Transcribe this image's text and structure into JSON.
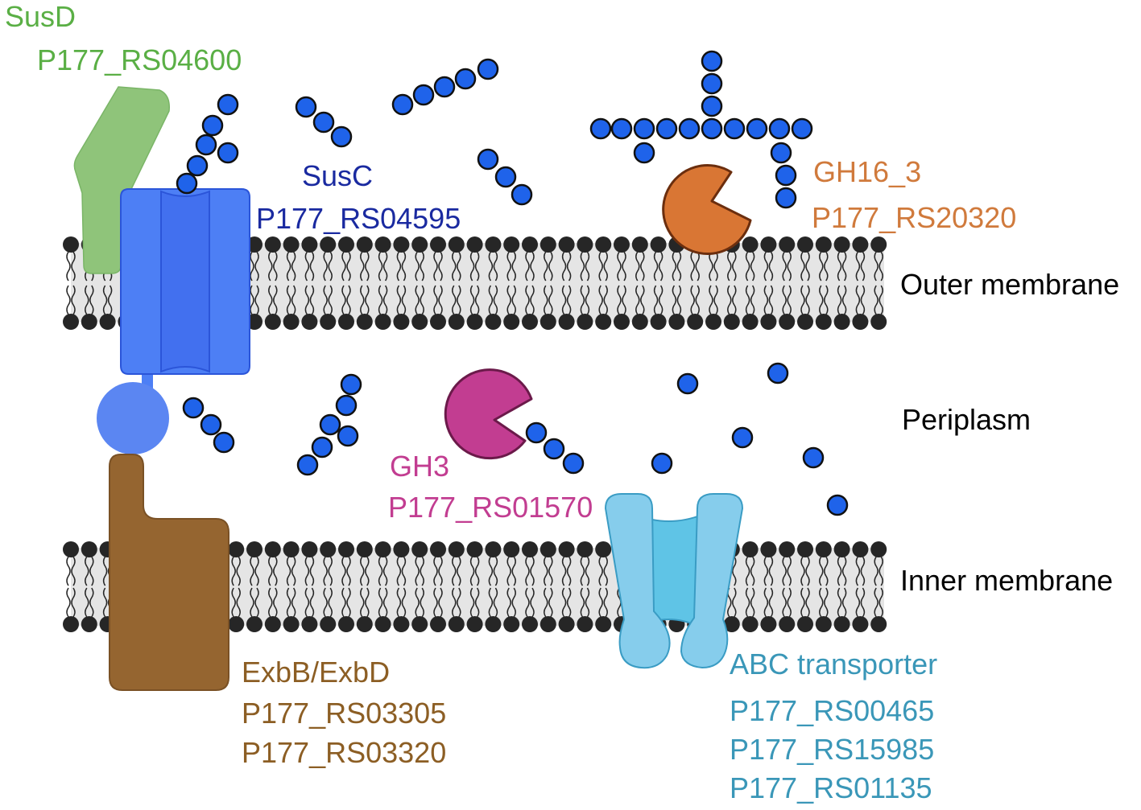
{
  "colors": {
    "susd": "#8fc47a",
    "susd_text": "#5aaf45",
    "susc": "#4d7ff5",
    "susc_dark": "#3a63e0",
    "susc_text": "#1a2aa0",
    "exb": "#956530",
    "exb_text": "#8c5e24",
    "gh3": "#c23d91",
    "gh3_text": "#c23d91",
    "gh16": "#d97634",
    "gh16_text": "#d07a3c",
    "abc": "#7dcbea",
    "abc_text": "#3a97b8",
    "sugar": "#1f63ea",
    "lipid_head": "#262626"
  },
  "labels": {
    "susd_name": "SusD",
    "susd_id": "P177_RS04600",
    "susc_name": "SusC",
    "susc_id": "P177_RS04595",
    "gh16_name": "GH16_3",
    "gh16_id": "P177_RS20320",
    "gh3_name": "GH3",
    "gh3_id": "P177_RS01570",
    "exb_name": "ExbB/ExbD",
    "exb_id1": "P177_RS03305",
    "exb_id2": "P177_RS03320",
    "abc_name": "ABC transporter",
    "abc_id1": "P177_RS00465",
    "abc_id2": "P177_RS15985",
    "abc_id3": "P177_RS01135",
    "outer_membrane": "Outer membrane",
    "periplasm": "Periplasm",
    "inner_membrane": "Inner membrane"
  }
}
